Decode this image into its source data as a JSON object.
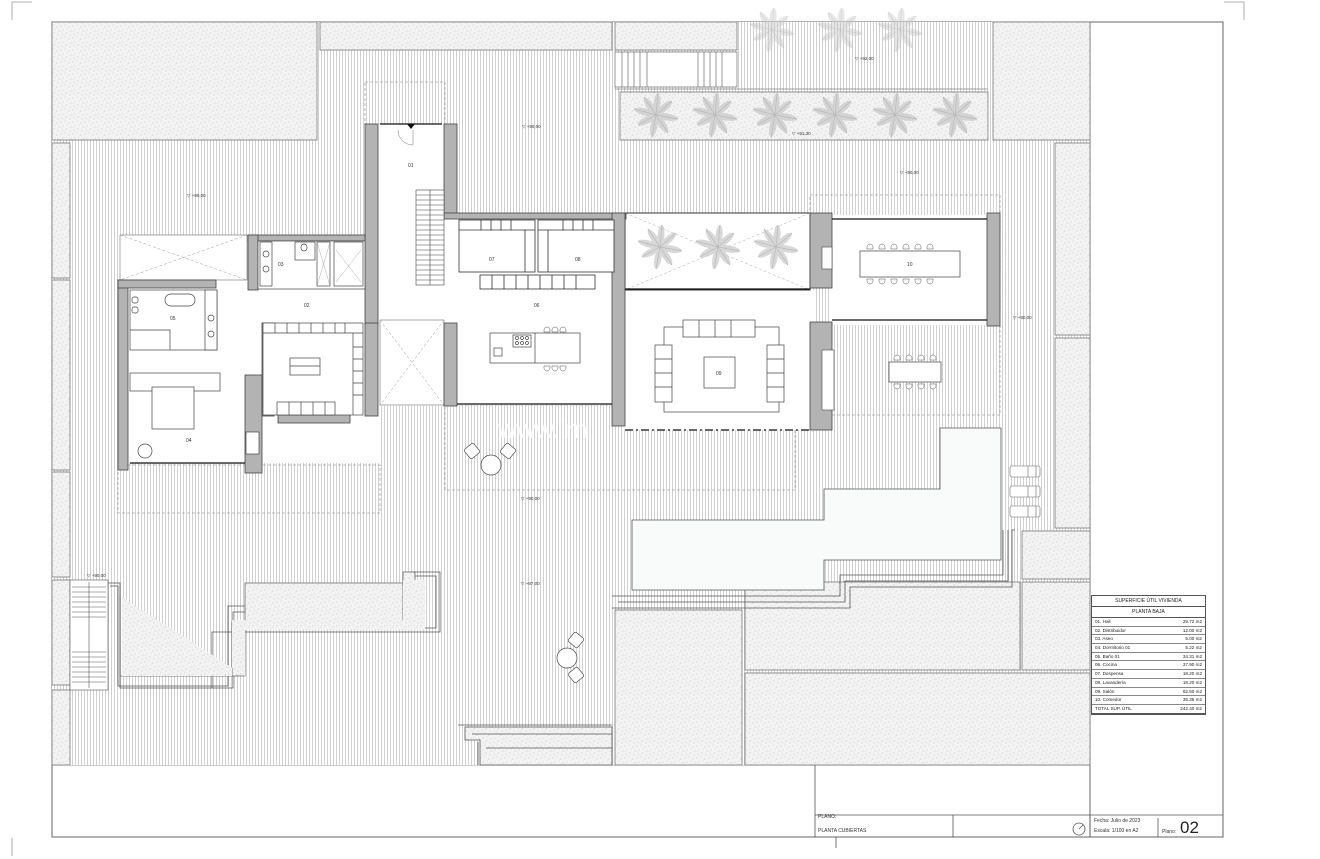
{
  "drawing": {
    "type": "architectural-floor-plan",
    "sheet_title_label": "PLANO:",
    "sheet_title": "PLANTA CUBIERTAS",
    "date": "Fecha: Julio de 2023",
    "scale": "Escala: 1/100 en A2",
    "plano_label": "Plano:",
    "plano_number": "02",
    "watermark": "www.im"
  },
  "levels": [
    {
      "id": "lvl-top-left",
      "text": "+90,00"
    },
    {
      "id": "lvl-hall-right",
      "text": "+90,00"
    },
    {
      "id": "lvl-top-terrace",
      "text": "+92,00"
    },
    {
      "id": "lvl-planter",
      "text": "+91,30"
    },
    {
      "id": "lvl-right-upper",
      "text": "+90,00"
    },
    {
      "id": "lvl-right-mid",
      "text": "+90,00"
    },
    {
      "id": "lvl-terrace-south",
      "text": "+90,00"
    },
    {
      "id": "lvl-stairs",
      "text": "+90,00"
    },
    {
      "id": "lvl-lower",
      "text": "+87,00"
    }
  ],
  "rooms": [
    {
      "num": "01",
      "name": "Hall"
    },
    {
      "num": "02",
      "name": "Distribuidor"
    },
    {
      "num": "03",
      "name": "Aseo"
    },
    {
      "num": "04",
      "name": "Dormitorio 01"
    },
    {
      "num": "05",
      "name": "Baño 01"
    },
    {
      "num": "06",
      "name": "Cocina"
    },
    {
      "num": "07",
      "name": "Despensa"
    },
    {
      "num": "08",
      "name": "Lavandería"
    },
    {
      "num": "09",
      "name": "Salón"
    },
    {
      "num": "10",
      "name": "Comedor"
    }
  ],
  "legend": {
    "title": "SUPERFICIE ÚTIL VIVIENDA",
    "subtitle": "PLANTA BAJA",
    "rows": [
      {
        "label": "01. Hall",
        "value": "29.72 m2"
      },
      {
        "label": "02. Distribuidor",
        "value": "12.00 m2"
      },
      {
        "label": "03. Aseo",
        "value": "5.00 m2"
      },
      {
        "label": "04. Dormitorio 01",
        "value": "5.22 m2"
      },
      {
        "label": "05. Baño 01",
        "value": "34.31 m2"
      },
      {
        "label": "06. Cocina",
        "value": "37.90 m2"
      },
      {
        "label": "07. Despensa",
        "value": "18.20 m2"
      },
      {
        "label": "08. Lavandería",
        "value": "18.20 m2"
      },
      {
        "label": "09. Salón",
        "value": "62.50 m2"
      },
      {
        "label": "10. Comedor",
        "value": "35.35 m2"
      }
    ],
    "total": {
      "label": "TOTAL SUP. ÚTIL",
      "value": "242.40 m2"
    }
  },
  "colors": {
    "wall": "#b5b5b5",
    "line": "#444444",
    "deck_stripe": "#bdbdbd",
    "gravel": "#f1f1f1",
    "pool": "#f8fbfb",
    "palm": "#9a9a9a"
  }
}
